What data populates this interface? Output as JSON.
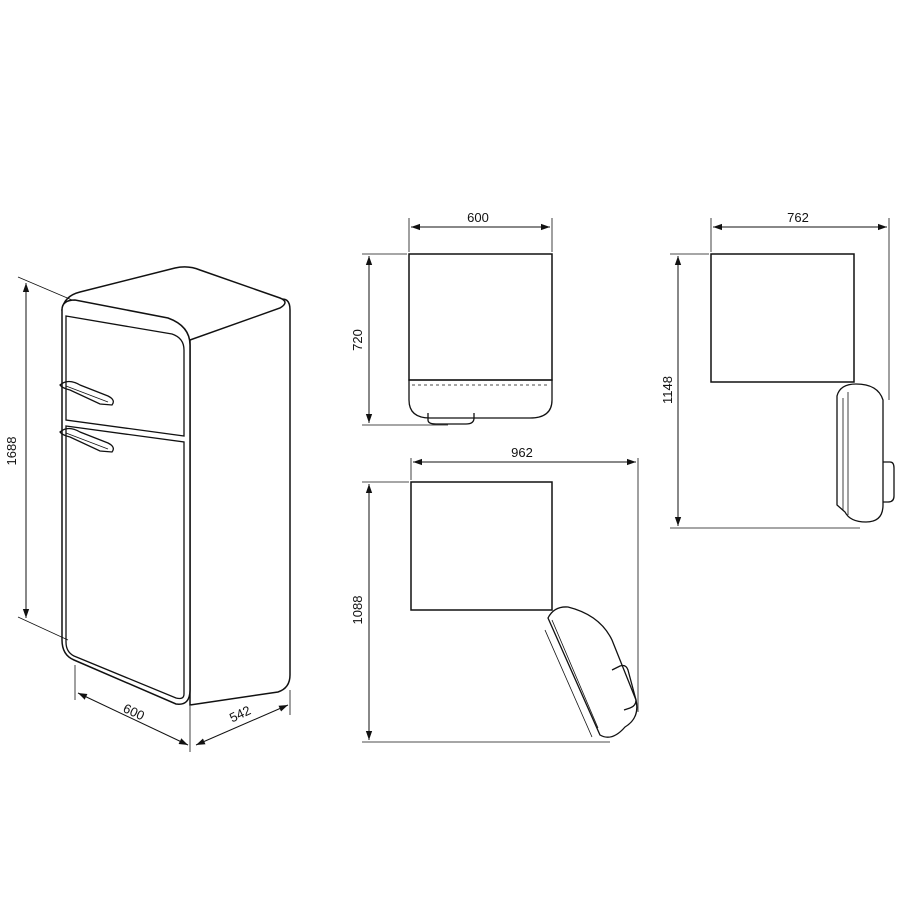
{
  "dimensions": {
    "total_height": "1688",
    "width": "600",
    "depth": "542",
    "top_view_width": "600",
    "top_view_depth": "720",
    "door_90_width": "762",
    "door_90_depth": "1148",
    "door_open_width": "962",
    "door_open_depth": "1088"
  },
  "colors": {
    "line": "#111111",
    "background": "#ffffff"
  }
}
